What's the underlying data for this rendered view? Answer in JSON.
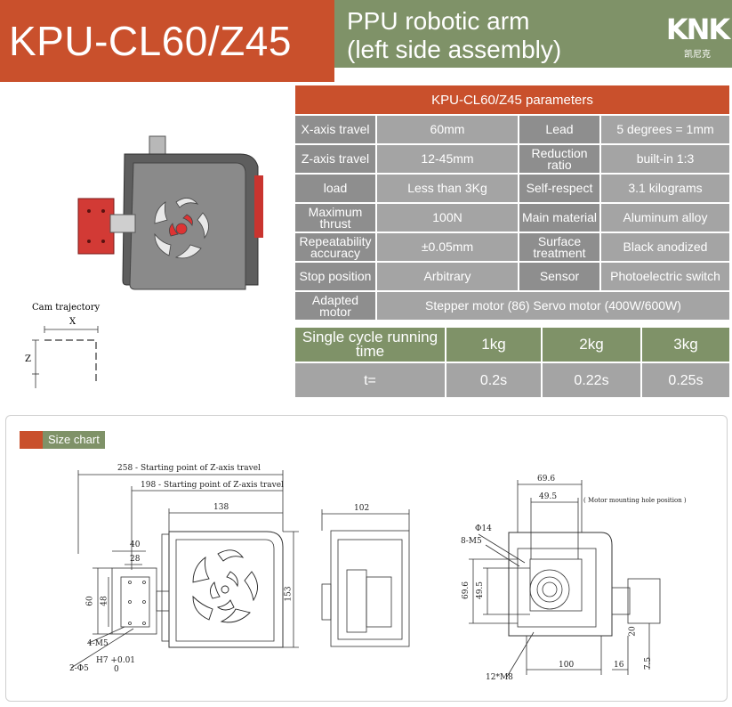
{
  "header": {
    "model": "KPU-CL60/Z45",
    "title_line1": "PPU robotic arm",
    "title_line2": "(left side assembly)",
    "logo_mark": "KNK",
    "logo_sub": "凯尼克"
  },
  "params": {
    "title": "KPU-CL60/Z45 parameters",
    "rows": [
      {
        "k1": "X-axis travel",
        "v1": "60mm",
        "k2": "Lead",
        "v2": "5 degrees = 1mm"
      },
      {
        "k1": "Z-axis travel",
        "v1": "12-45mm",
        "k2": "Reduction ratio",
        "v2": "built-in 1:3"
      },
      {
        "k1": "load",
        "v1": "Less than 3Kg",
        "k2": "Self-respect",
        "v2": "3.1 kilograms"
      },
      {
        "k1": "Maximum thrust",
        "v1": "100N",
        "k2": "Main material",
        "v2": "Aluminum alloy"
      },
      {
        "k1": "Repeatability accuracy",
        "v1": "±0.05mm",
        "k2": "Surface treatment",
        "v2": "Black anodized"
      },
      {
        "k1": "Stop position",
        "v1": "Arbitrary",
        "k2": "Sensor",
        "v2": "Photoelectric switch"
      }
    ],
    "motor_key": "Adapted motor",
    "motor_value": "Stepper motor (86) Servo motor (400W/600W)"
  },
  "cycle": {
    "header": "Single cycle running time",
    "t_label": "t=",
    "loads": [
      "1kg",
      "2kg",
      "3kg"
    ],
    "times": [
      "0.2s",
      "0.22s",
      "0.25s"
    ]
  },
  "trajectory": {
    "title": "Cam trajectory",
    "x_label": "X",
    "z_label": "Z"
  },
  "drawing": {
    "section_label": "Size chart",
    "dims": {
      "d258": "258 - Starting point of Z-axis travel",
      "d198": "198 - Starting point of Z-axis travel",
      "d138": "138",
      "d40": "40",
      "d28": "28",
      "d60": "60",
      "d48": "48",
      "d153": "153",
      "m5": "4-M5",
      "phi5": "2-Φ5",
      "tol": "H7 +0.01",
      "tol0": "0",
      "d102": "102",
      "d696": "69.6",
      "d495": "49.5",
      "motor_hole": "( Motor mounting hole position )",
      "phi14": "Φ14",
      "m5b": "8-M5",
      "d696v": "69.6",
      "d495v": "49.5",
      "m8": "12*M8",
      "d100": "100",
      "d16": "16",
      "d20": "20",
      "d75": "7.5"
    }
  }
}
